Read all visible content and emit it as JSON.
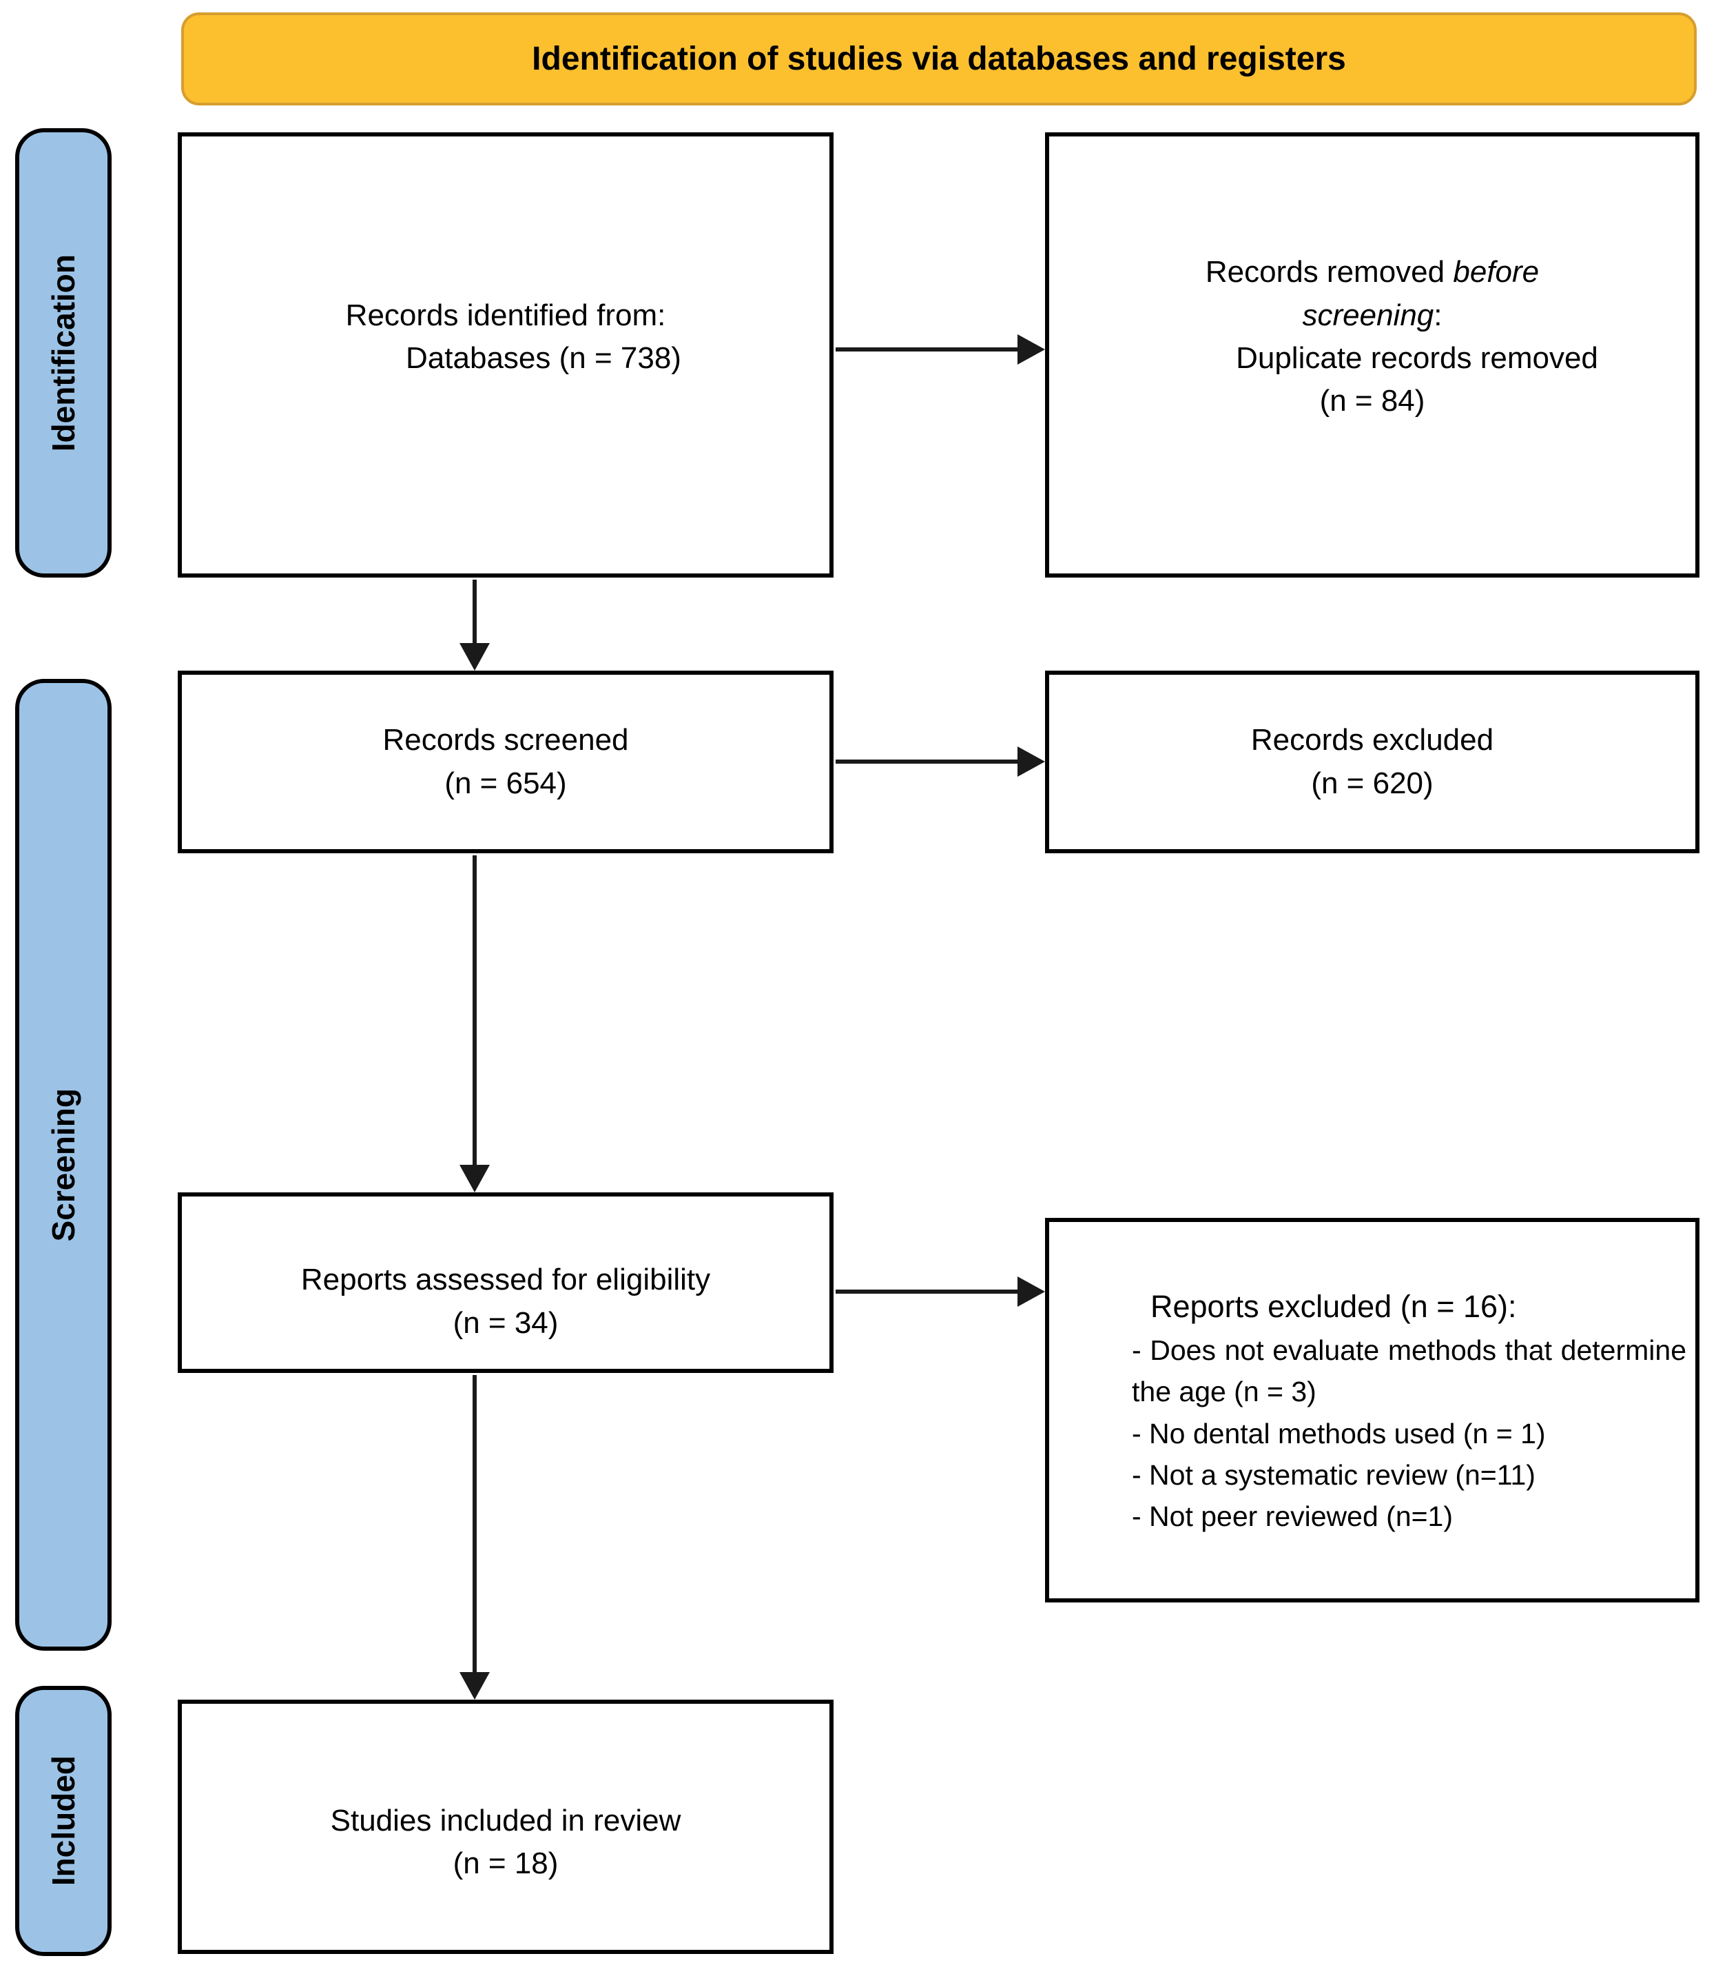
{
  "title_banner": {
    "label": "Identification of studies via databases and registers"
  },
  "colors": {
    "banner_fill": "#FCC02F",
    "banner_border": "#D79E2E",
    "stage_fill": "#9CC3E6",
    "box_border": "#000000",
    "arrow": "#1a1a1a"
  },
  "stages": [
    {
      "label": "Identification"
    },
    {
      "label": "Screening"
    },
    {
      "label": "Included"
    }
  ],
  "boxes": {
    "records_identified": {
      "line1": "Records identified from:",
      "line2": "Databases (n = 738)"
    },
    "records_removed": {
      "line1_normal": "Records removed",
      "line1_italic": "before",
      "line2_italic": "screening",
      "line2_suffix": ":",
      "line3": "Duplicate records removed",
      "line4": "(n = 84)"
    },
    "records_screened": {
      "line1": "Records screened",
      "line2": "(n = 654)"
    },
    "records_excluded": {
      "line1": "Records excluded",
      "line2": "(n = 620)"
    },
    "reports_assessed": {
      "line1": "Reports assessed for eligibility",
      "line2": "(n = 34)"
    },
    "reports_excluded": {
      "title": "Reports excluded (n = 16):",
      "items": [
        "- Does not evaluate methods that determine the age (n = 3)",
        "- No dental methods used (n = 1)",
        "- Not a systematic review (n=11)",
        "- Not peer reviewed (n=1)"
      ]
    },
    "studies_included": {
      "line1": "Studies included in review",
      "line2": "(n = 18)"
    }
  }
}
